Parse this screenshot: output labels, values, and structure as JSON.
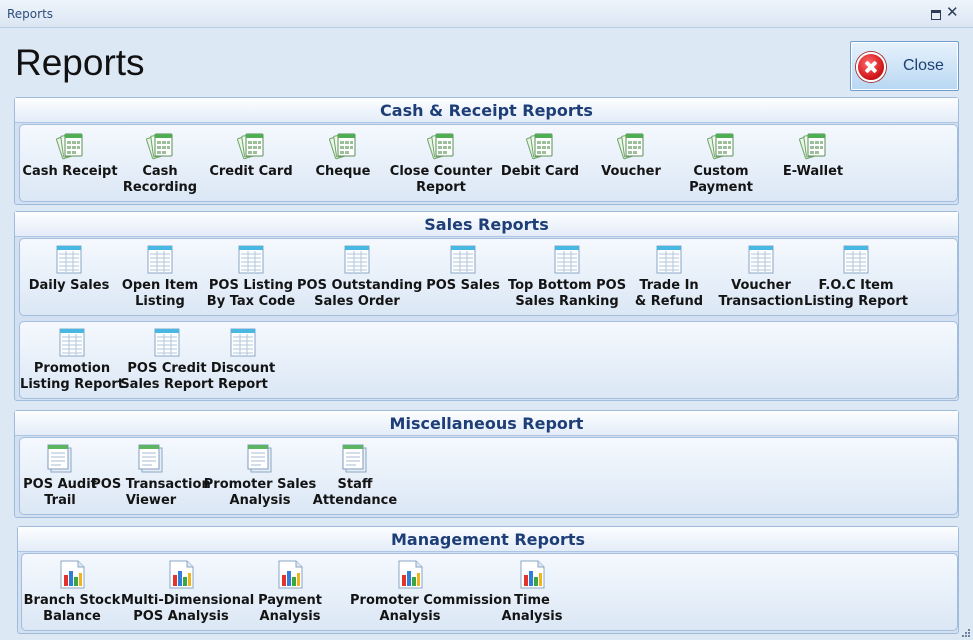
{
  "window": {
    "title": "Reports"
  },
  "page": {
    "heading": "Reports"
  },
  "close_button": {
    "label": "Close"
  },
  "sections": [
    {
      "title": "Cash & Receipt Reports",
      "icon": "money-report-icon",
      "rows": [
        [
          "Cash Receipt",
          "Cash\nRecording",
          "Credit Card",
          "Cheque",
          "Close Counter\nReport",
          "Debit Card",
          "Voucher",
          "Custom\nPayment",
          "E-Wallet"
        ]
      ]
    },
    {
      "title": "Sales Reports",
      "icon": "sheet-report-icon",
      "rows": [
        [
          "Daily Sales",
          "Open Item\nListing",
          "POS Listing\nBy Tax Code",
          "POS Outstanding\nSales Order",
          "POS Sales",
          "Top Bottom POS\nSales Ranking",
          "Trade In\n& Refund",
          "Voucher\nTransaction",
          "F.O.C Item\nListing Report"
        ],
        [
          "Promotion\nListing Report",
          "POS Credit\nSales Report",
          "Discount\nReport"
        ]
      ]
    },
    {
      "title": "Miscellaneous Report",
      "icon": "document-report-icon",
      "rows": [
        [
          "POS Audit\nTrail",
          "POS Transaction\nViewer",
          "Promoter Sales\nAnalysis",
          "Staff\nAttendance"
        ]
      ]
    },
    {
      "title": "Management Reports",
      "icon": "bar-chart-report-icon",
      "rows": [
        [
          "Branch Stock\nBalance",
          "Multi-Dimensional\nPOS Analysis",
          "Payment\nAnalysis",
          "Promoter Commission\nAnalysis",
          "Time\nAnalysis"
        ]
      ]
    }
  ]
}
